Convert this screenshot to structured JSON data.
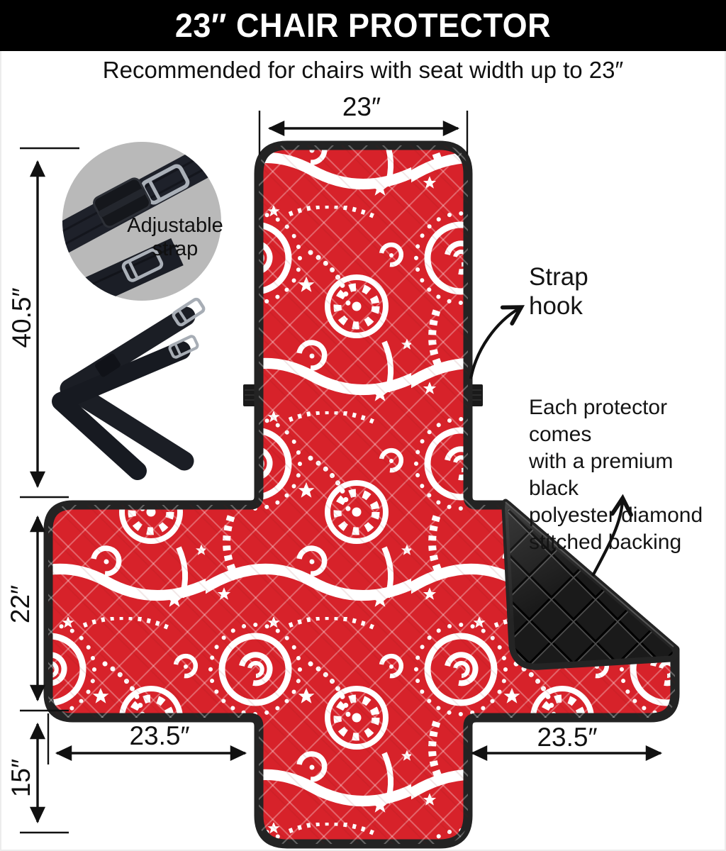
{
  "header": {
    "title": "23″ CHAIR PROTECTOR"
  },
  "subtitle": "Recommended for chairs with seat width up to 23″",
  "dimensions": {
    "top_width": "23″",
    "back_height": "40.5″",
    "side_height": "22″",
    "front_skirt_height": "15″",
    "left_flap_width": "23.5″",
    "right_flap_width": "23.5″"
  },
  "annotations": {
    "adjustable_strap": {
      "line1": "Adjustable",
      "line2": "strap"
    },
    "strap_hook": {
      "line1": "Strap",
      "line2": "hook"
    },
    "backing_note": {
      "line1": "Each protector comes",
      "line2": "with a premium black",
      "line3": "polyester diamond",
      "line4": "stitched backing"
    }
  },
  "colors": {
    "header_bg": "#000000",
    "pattern_red": "#d7222a",
    "pattern_white": "#ffffff",
    "border_black": "#232323",
    "backing_black": "#161616",
    "inset_gray": "#b9b9b9",
    "dimension_ink": "#111111"
  }
}
